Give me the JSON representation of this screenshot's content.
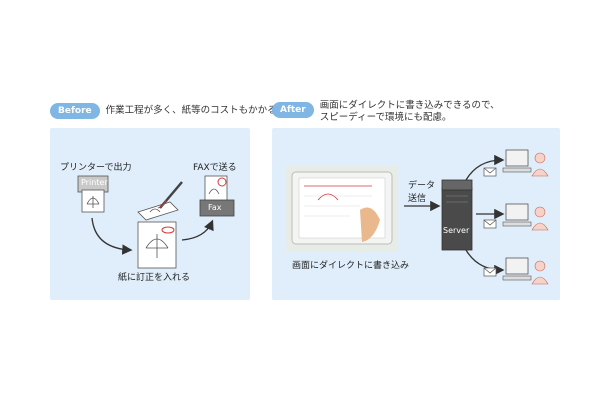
{
  "before": {
    "badge": "Before",
    "caption": "作業工程が多く、紙等のコストもかかる。",
    "labels": {
      "printer_output": "プリンターで出力",
      "printer_device": "Printer",
      "fax_send": "FAXで送る",
      "fax_device": "Fax",
      "paper_correction": "紙に訂正を入れる"
    }
  },
  "after": {
    "badge": "After",
    "caption_line1": "画面にダイレクトに書き込みできるので、",
    "caption_line2": "スピーディーで環境にも配慮。",
    "labels": {
      "data_send_line1": "データ",
      "data_send_line2": "送信",
      "server": "Server",
      "direct_write": "画面にダイレクトに書き込み"
    }
  },
  "colors": {
    "badge": "#7fb6e3",
    "panel": "#dfeefa",
    "accent_red": "#d23a3a",
    "arrow": "#333333"
  }
}
